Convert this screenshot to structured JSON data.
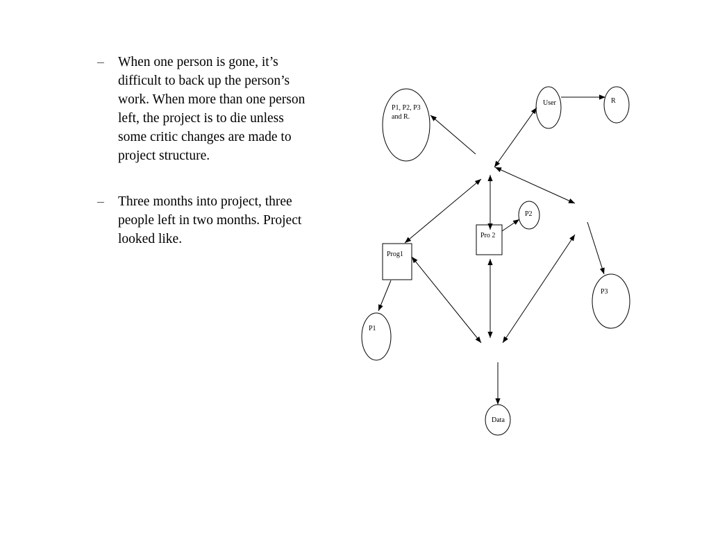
{
  "bullets": [
    {
      "marker": "–",
      "lines": [
        "When one person is gone, it’s",
        "difficult to back up the person’s",
        "work.  When more than one person",
        "left, the project is to die unless",
        "some critic changes are made to",
        "project structure."
      ]
    },
    {
      "marker": "–",
      "lines": [
        "Three months into project, three",
        "people left in two months.  Project",
        "looked like."
      ]
    }
  ],
  "diagram": {
    "nodes": {
      "group": {
        "line1": "P1, P2, P3",
        "line2": "and R."
      },
      "user": "User",
      "r": "R",
      "p2": "P2",
      "pro2": "Pro 2",
      "prog1": "Prog1",
      "p1": "P1",
      "p3": "P3",
      "data": "Data"
    }
  }
}
